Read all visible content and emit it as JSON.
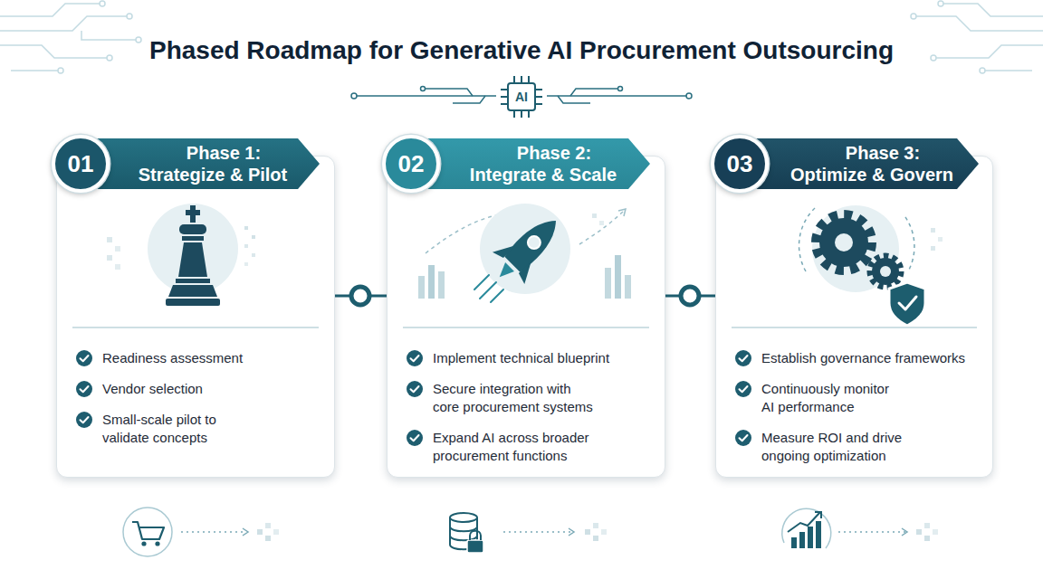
{
  "diagram": {
    "title": "Phased Roadmap for Generative AI Procurement Outsourcing",
    "nodes": [
      {
        "text": [
          "AI"
        ]
      },
      {
        "text": [
          "Readiness assessment",
          "Vendor selection",
          "Small-scale pilot to validate concepts"
        ]
      },
      {
        "text": [
          "01"
        ],
        "in": 1
      },
      {
        "text": [
          "Phase 1: Strategize & Pilot"
        ],
        "in": 1
      },
      {
        "text": [
          "Implement technical blueprint",
          "Secure integration with core procurement systems",
          "Expand AI across broader procurement functions"
        ]
      },
      {
        "text": [
          "02"
        ],
        "in": 4
      },
      {
        "text": [
          "Phase 2: Integrate & Scale"
        ],
        "in": 4
      },
      {
        "text": [
          "Establish governance frameworks",
          "Continuously monitor AI performance",
          "Measure ROI and drive ongoing optimization"
        ]
      },
      {
        "text": [
          "03"
        ],
        "in": 7
      },
      {
        "text": [
          "Phase 3: Optimize & Govern"
        ],
        "in": 7
      }
    ],
    "edges": [
      {
        "from": 1,
        "to": 4,
        "arrow": "none"
      },
      {
        "from": 4,
        "to": 7,
        "arrow": "none"
      }
    ]
  }
}
